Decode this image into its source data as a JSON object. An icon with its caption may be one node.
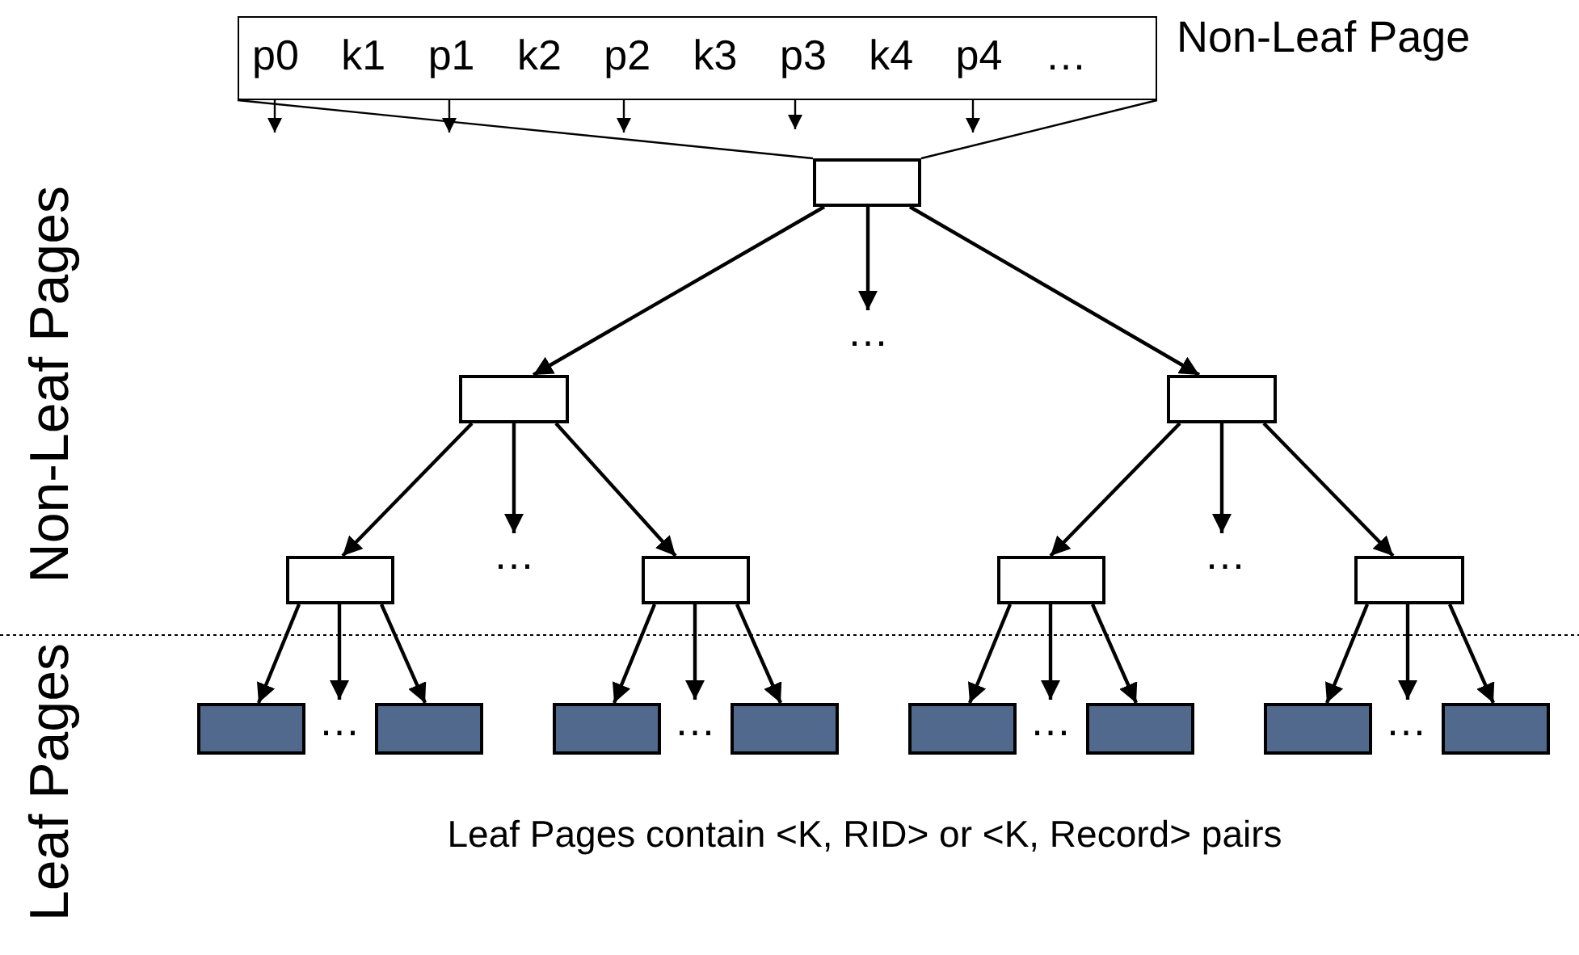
{
  "diagram": {
    "caption": "Leaf Pages contain <K, RID> or <K, Record> pairs",
    "nodes": [
      {
        "text": [
          "p0 k1 p1 k2 p2 k3 p3 k4 p4 …"
        ],
        "beside": [
          "Non-Leaf Page"
        ]
      },
      {
        "text": [],
        "shape": "box"
      },
      {
        "text": [],
        "shape": "box"
      },
      {
        "text": [],
        "shape": "box"
      },
      {
        "text": [],
        "shape": "box"
      },
      {
        "text": [],
        "shape": "box"
      },
      {
        "text": [],
        "shape": "box"
      },
      {
        "text": [],
        "shape": "box"
      },
      {
        "text": [],
        "shape": "box"
      },
      {
        "text": [],
        "shape": "box"
      },
      {
        "text": [],
        "shape": "box"
      },
      {
        "text": [],
        "shape": "box"
      },
      {
        "text": [],
        "shape": "box"
      },
      {
        "text": [],
        "shape": "box"
      },
      {
        "text": [],
        "shape": "box"
      },
      {
        "text": [],
        "shape": "box"
      },
      {
        "text": [
          "…"
        ]
      },
      {
        "text": [
          "…"
        ]
      },
      {
        "text": [
          "…"
        ]
      },
      {
        "text": [
          "…"
        ]
      },
      {
        "text": [
          "…"
        ]
      },
      {
        "text": [
          "…"
        ]
      },
      {
        "text": [
          "…"
        ]
      }
    ],
    "edges": [
      {
        "from": 0,
        "to": null,
        "arrow": "to"
      },
      {
        "from": 0,
        "to": null,
        "arrow": "to"
      },
      {
        "from": 0,
        "to": null,
        "arrow": "to"
      },
      {
        "from": 0,
        "to": null,
        "arrow": "to"
      },
      {
        "from": 0,
        "to": null,
        "arrow": "to"
      },
      {
        "from": 1,
        "to": 0,
        "arrow": "none"
      },
      {
        "from": 1,
        "to": 0,
        "arrow": "none"
      },
      {
        "from": 1,
        "to": 2,
        "arrow": "to"
      },
      {
        "from": 1,
        "to": 16,
        "arrow": "to"
      },
      {
        "from": 1,
        "to": 3,
        "arrow": "to"
      },
      {
        "from": 2,
        "to": 4,
        "arrow": "to"
      },
      {
        "from": 2,
        "to": 17,
        "arrow": "to"
      },
      {
        "from": 2,
        "to": 5,
        "arrow": "to"
      },
      {
        "from": 3,
        "to": 6,
        "arrow": "to"
      },
      {
        "from": 3,
        "to": 18,
        "arrow": "to"
      },
      {
        "from": 3,
        "to": 7,
        "arrow": "to"
      },
      {
        "from": 4,
        "to": 8,
        "arrow": "to"
      },
      {
        "from": 4,
        "to": 19,
        "arrow": "to"
      },
      {
        "from": 4,
        "to": 9,
        "arrow": "to"
      },
      {
        "from": 5,
        "to": 10,
        "arrow": "to"
      },
      {
        "from": 5,
        "to": 20,
        "arrow": "to"
      },
      {
        "from": 5,
        "to": 11,
        "arrow": "to"
      },
      {
        "from": 6,
        "to": 12,
        "arrow": "to"
      },
      {
        "from": 6,
        "to": 21,
        "arrow": "to"
      },
      {
        "from": 6,
        "to": 13,
        "arrow": "to"
      },
      {
        "from": 7,
        "to": 14,
        "arrow": "to"
      },
      {
        "from": 7,
        "to": 22,
        "arrow": "to"
      },
      {
        "from": 7,
        "to": 15,
        "arrow": "to"
      }
    ],
    "labels": [
      "Non-Leaf Pages",
      "Leaf Pages"
    ]
  }
}
